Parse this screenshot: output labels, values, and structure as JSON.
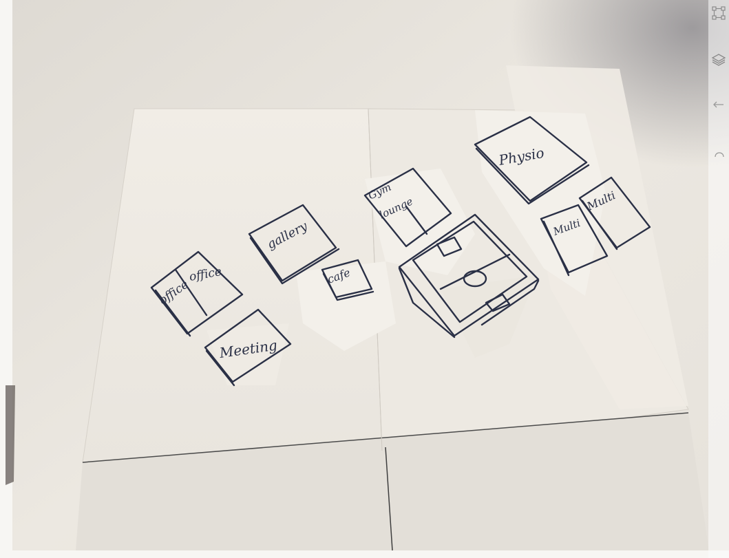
{
  "photo": {
    "description_labels": [
      "office",
      "office",
      "Meeting",
      "gallery",
      "cafe",
      "Gym lounge",
      "Physio",
      "Multi",
      "Multi"
    ],
    "ink_color": "#2a3046",
    "paper_color": "#efeae2"
  },
  "toolbar": {
    "items": [
      {
        "icon": "frame-select-icon"
      },
      {
        "icon": "layers-icon"
      },
      {
        "icon": "undo-icon"
      },
      {
        "icon": "redo-icon"
      }
    ]
  }
}
